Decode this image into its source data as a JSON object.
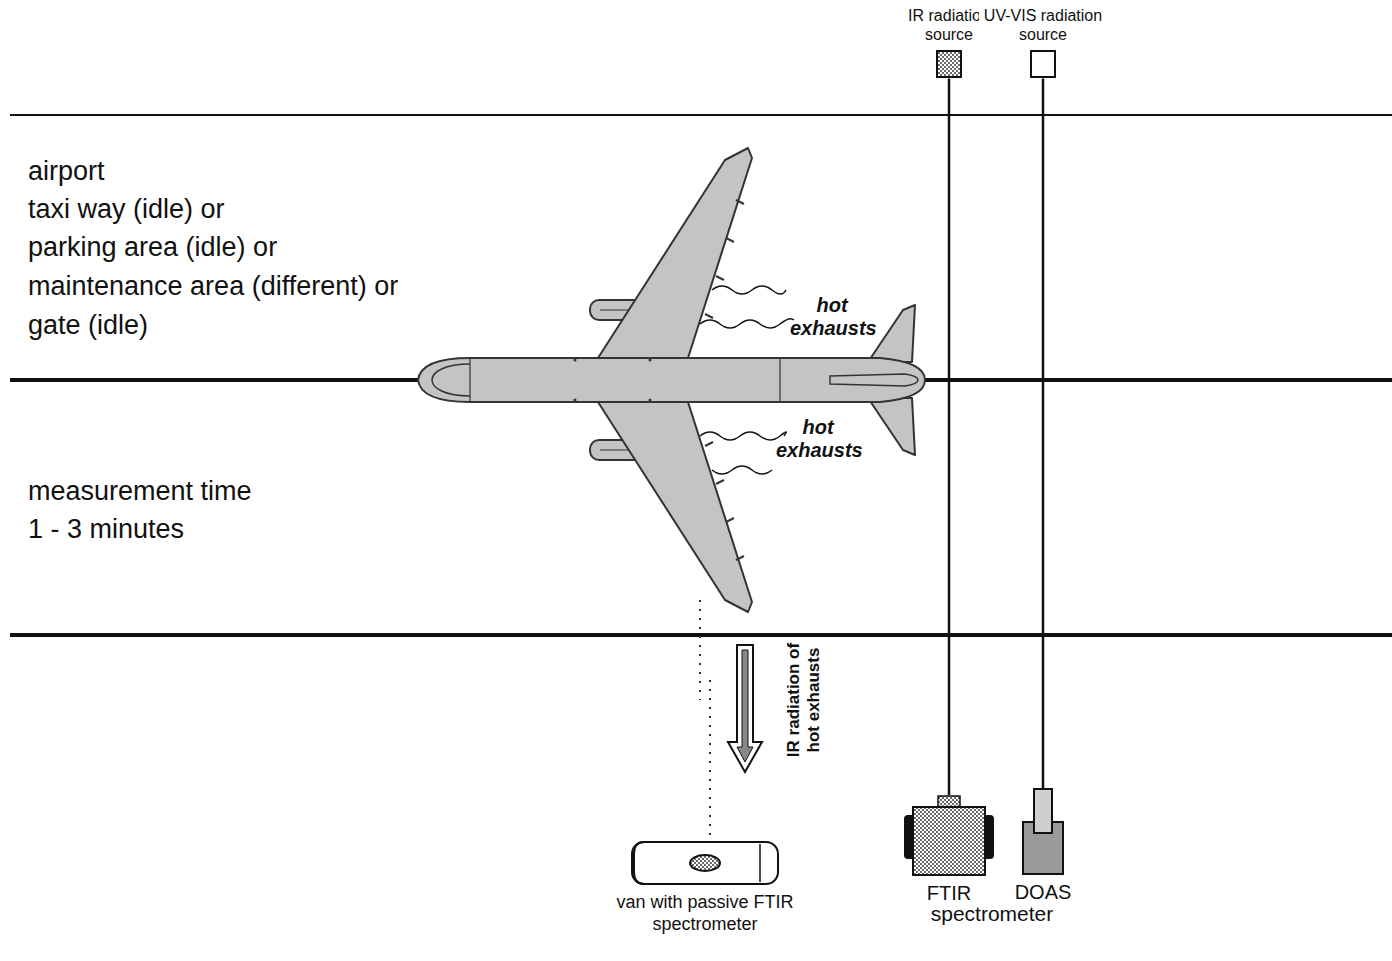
{
  "diagram": {
    "nodes": [
      {
        "text": [
          "IR radiation source"
        ]
      },
      {
        "text": [
          "UV-VIS radiation source"
        ]
      },
      {
        "text": [
          "FTIR"
        ]
      },
      {
        "text": [
          "DOAS"
        ]
      },
      {
        "text": [
          "van with passive FTIR spectrometer"
        ]
      }
    ],
    "edges": [
      {
        "from": 0,
        "to": 2,
        "arrow": "none"
      },
      {
        "from": 1,
        "to": 3,
        "arrow": "none"
      }
    ],
    "labels": [
      "airport",
      "taxi way (idle) or",
      "parking area (idle) or",
      "maintenance area (different) or",
      "gate (idle)",
      "measurement time",
      "1 - 3 minutes",
      "hot exhausts",
      "hot exhausts",
      "IR radiation of hot exhausts",
      "spectrometer"
    ]
  }
}
